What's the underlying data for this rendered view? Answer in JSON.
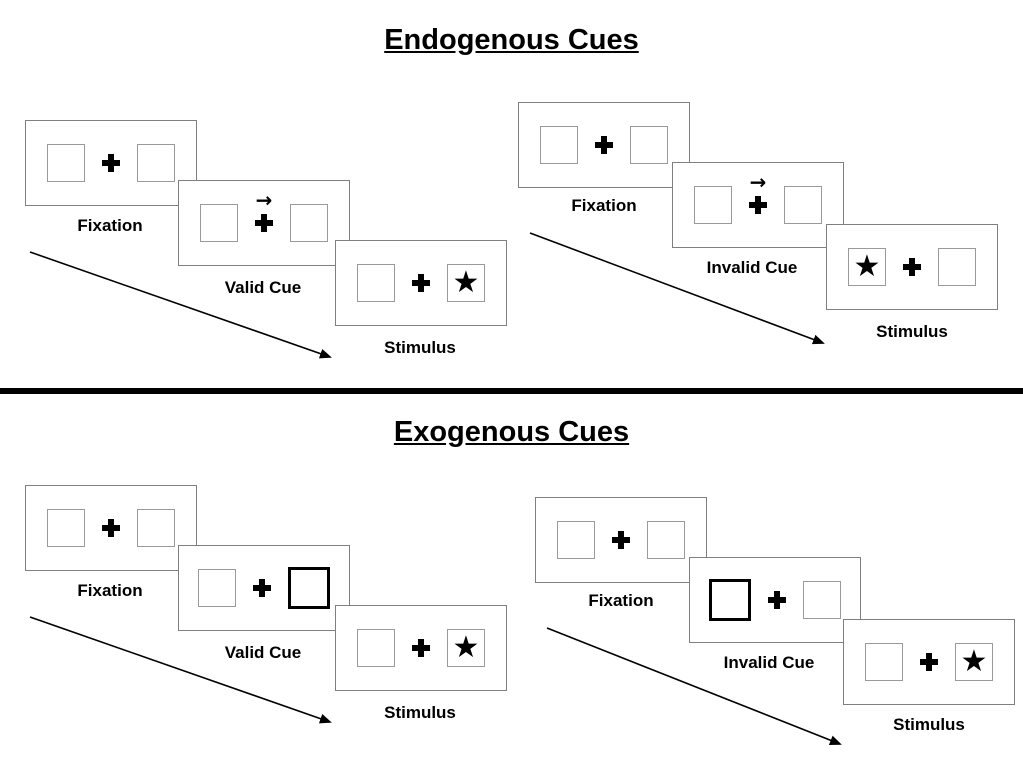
{
  "diagram": {
    "kind": "posner-cueing-task",
    "glyphs": {
      "star": "★",
      "cue_arrow": "→",
      "plus": "+"
    }
  },
  "glyphs": {
    "star": "★",
    "cue_arrow": "→"
  },
  "sections": [
    {
      "title": "Endogenous Cues",
      "groups": [
        {
          "name": "valid-trial-sequence",
          "panels": [
            {
              "label": "Fixation",
              "left_box": "empty",
              "right_box": "empty",
              "cue": "none"
            },
            {
              "label": "Valid Cue",
              "left_box": "empty",
              "right_box": "empty",
              "cue": "arrow-right"
            },
            {
              "label": "Stimulus",
              "left_box": "empty",
              "right_box": "star",
              "cue": "none"
            }
          ]
        },
        {
          "name": "invalid-trial-sequence",
          "panels": [
            {
              "label": "Fixation",
              "left_box": "empty",
              "right_box": "empty",
              "cue": "none"
            },
            {
              "label": "Invalid Cue",
              "left_box": "empty",
              "right_box": "empty",
              "cue": "arrow-right"
            },
            {
              "label": "Stimulus",
              "left_box": "star",
              "right_box": "empty",
              "cue": "none"
            }
          ]
        }
      ]
    },
    {
      "title": "Exogenous Cues",
      "groups": [
        {
          "name": "valid-trial-sequence",
          "panels": [
            {
              "label": "Fixation",
              "left_box": "empty",
              "right_box": "empty",
              "cue": "none"
            },
            {
              "label": "Valid Cue",
              "left_box": "empty",
              "right_box": "bold-empty",
              "cue": "none"
            },
            {
              "label": "Stimulus",
              "left_box": "empty",
              "right_box": "star",
              "cue": "none"
            }
          ]
        },
        {
          "name": "invalid-trial-sequence",
          "panels": [
            {
              "label": "Fixation",
              "left_box": "empty",
              "right_box": "empty",
              "cue": "none"
            },
            {
              "label": "Invalid Cue",
              "left_box": "bold-empty",
              "right_box": "empty",
              "cue": "none"
            },
            {
              "label": "Stimulus",
              "left_box": "empty",
              "right_box": "star",
              "cue": "none"
            }
          ]
        }
      ]
    }
  ]
}
